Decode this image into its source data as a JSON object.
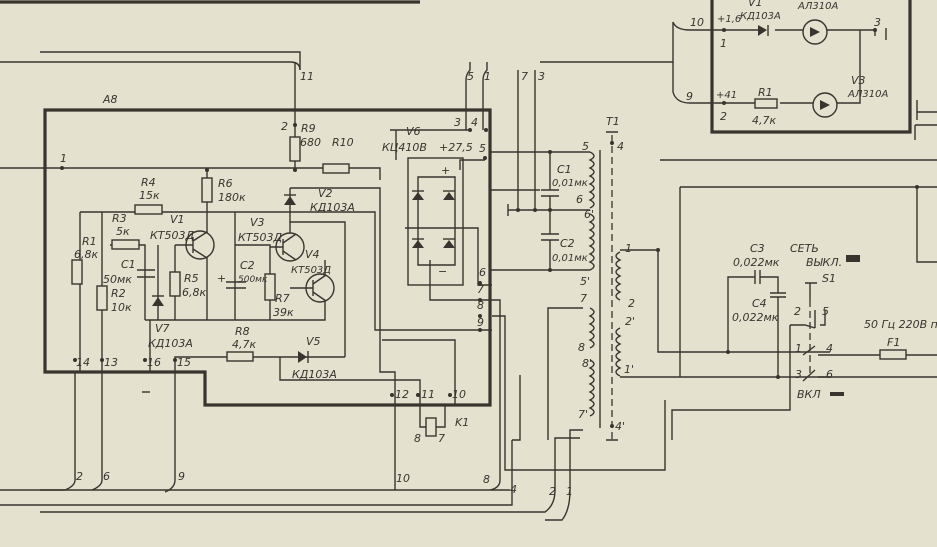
{
  "block": {
    "name": "A8",
    "pins": [
      "1",
      "2",
      "3",
      "4",
      "5",
      "6",
      "7",
      "8",
      "9",
      "10",
      "11",
      "12",
      "13",
      "14",
      "15",
      "16"
    ]
  },
  "top_wires": [
    "11",
    "5",
    "1",
    "7",
    "3"
  ],
  "components": {
    "R1": {
      "ref": "R1",
      "value": "6,8к"
    },
    "R2": {
      "ref": "R2",
      "value": "10к"
    },
    "R3": {
      "ref": "R3",
      "value": "5к"
    },
    "R4": {
      "ref": "R4",
      "value": "15к"
    },
    "R5": {
      "ref": "R5",
      "value": "6,8к"
    },
    "R6": {
      "ref": "R6",
      "value": "180к"
    },
    "R7": {
      "ref": "R7",
      "value": "39к"
    },
    "R8": {
      "ref": "R8",
      "value": "4,7к"
    },
    "R9": {
      "ref": "R9",
      "value": "680"
    },
    "R10": {
      "ref": "R10"
    },
    "C1": {
      "ref": "C1",
      "value": "50мк"
    },
    "C2": {
      "ref": "C2",
      "value": "500мк",
      "polarity": "+"
    },
    "V1": {
      "ref": "V1",
      "value": "КТ503Д"
    },
    "V2": {
      "ref": "V2",
      "value": "КД103А"
    },
    "V3": {
      "ref": "V3",
      "value": "КТ503Д"
    },
    "V4": {
      "ref": "V4",
      "value": "КТ503Д"
    },
    "V5": {
      "ref": "V5",
      "value": "КД103А"
    },
    "V6": {
      "ref": "V6",
      "value": "КЦ410В",
      "voltage": "+27,5",
      "plus": "+",
      "minus": "−"
    },
    "V7": {
      "ref": "V7",
      "value": "КД103А"
    },
    "K1": {
      "ref": "K1",
      "pin_a": "8",
      "pin_b": "7"
    }
  },
  "indicator": {
    "pin10": "10",
    "pin9": "9",
    "v1": "+1,6",
    "v2": "+41",
    "p1": "1",
    "p2": "2",
    "p3": "3",
    "V1": {
      "ref": "V1",
      "value": "КД103А"
    },
    "led_top": "АЛ310А",
    "R1": {
      "ref": "R1",
      "value": "4,7к"
    },
    "V3": {
      "ref": "V3",
      "value": "АЛ310А"
    }
  },
  "filter": {
    "C1": {
      "ref": "C1",
      "value": "0,01мк"
    },
    "C2": {
      "ref": "C2",
      "value": "0,01мк"
    }
  },
  "transformer": {
    "ref": "T1",
    "pins": {
      "p4": "4",
      "p4p": "4'",
      "p5": "5",
      "p6": "6",
      "p6p": "6'",
      "p5p": "5'",
      "p7": "7",
      "p8": "8",
      "p8p": "8'",
      "p7p": "7'",
      "p1": "1",
      "p2": "2",
      "p2p": "2'",
      "p1p": "1'"
    }
  },
  "mains": {
    "C3": {
      "ref": "C3",
      "value": "0,022мк"
    },
    "C4": {
      "ref": "C4",
      "value": "0,022мк"
    },
    "switch": {
      "ref": "S1",
      "label_top": "СЕТЬ",
      "off": "ВЫКЛ.",
      "on": "ВКЛ",
      "pins": [
        "2",
        "5",
        "1",
        "4",
        "3",
        "6"
      ]
    },
    "supply": "50 Гц 220В п",
    "fuse": "F1"
  },
  "bottom_wires": [
    "2",
    "6",
    "9",
    "10",
    "8",
    "4",
    "2",
    "1"
  ]
}
